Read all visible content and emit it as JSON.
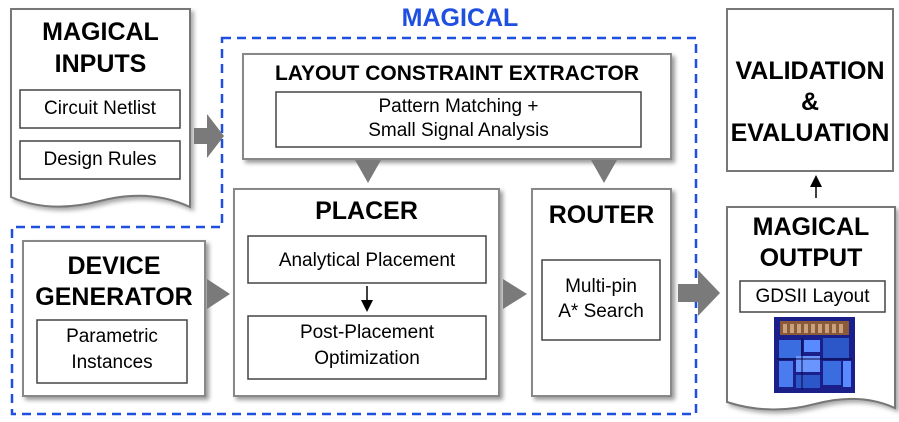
{
  "title": "MAGICAL",
  "inputs": {
    "heading": [
      "MAGICAL",
      "INPUTS"
    ],
    "items": [
      "Circuit Netlist",
      "Design Rules"
    ]
  },
  "extractor": {
    "heading": "LAYOUT CONSTRAINT EXTRACTOR",
    "item": [
      "Pattern Matching +",
      "Small Signal Analysis"
    ]
  },
  "device": {
    "heading": [
      "DEVICE",
      "GENERATOR"
    ],
    "item": [
      "Parametric",
      "Instances"
    ]
  },
  "placer": {
    "heading": "PLACER",
    "items": [
      "Analytical Placement",
      [
        "Post-Placement",
        "Optimization"
      ]
    ]
  },
  "router": {
    "heading": "ROUTER",
    "item": [
      "Multi-pin",
      "A* Search"
    ]
  },
  "validation": {
    "heading": [
      "VALIDATION",
      "&",
      "EVALUATION"
    ]
  },
  "output": {
    "heading": [
      "MAGICAL",
      "OUTPUT"
    ],
    "item": "GDSII Layout"
  },
  "colors": {
    "dashed_border": "#1f4fe0",
    "arrow": "#7a7a7a",
    "box_shadow": "#9a9a9a",
    "chip_background": "#1a1f8a"
  }
}
